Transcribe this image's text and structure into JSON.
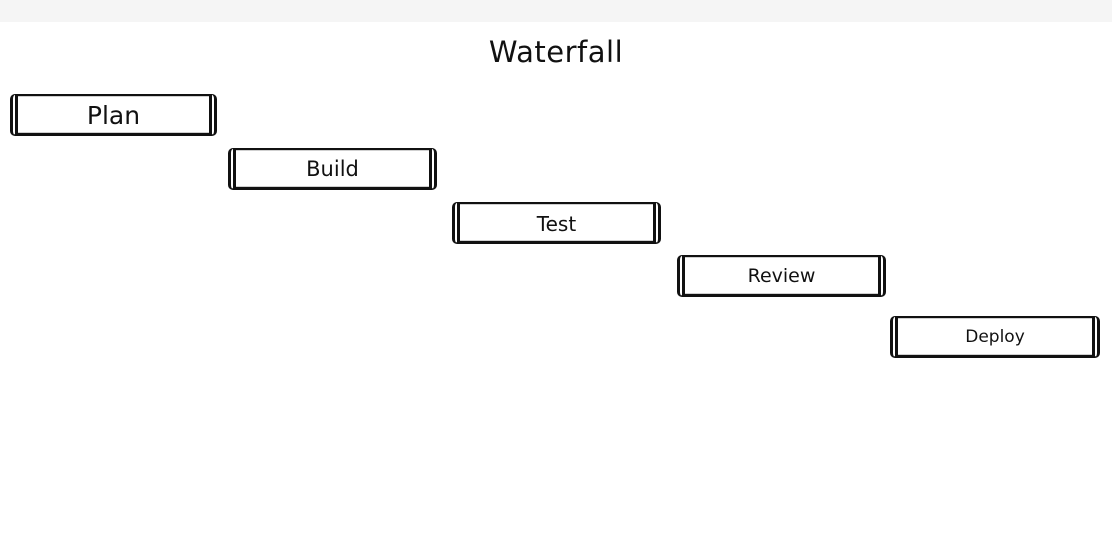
{
  "title": "Waterfall",
  "steps": [
    {
      "label": "Plan"
    },
    {
      "label": "Build"
    },
    {
      "label": "Test"
    },
    {
      "label": "Review"
    },
    {
      "label": "Deploy"
    }
  ]
}
